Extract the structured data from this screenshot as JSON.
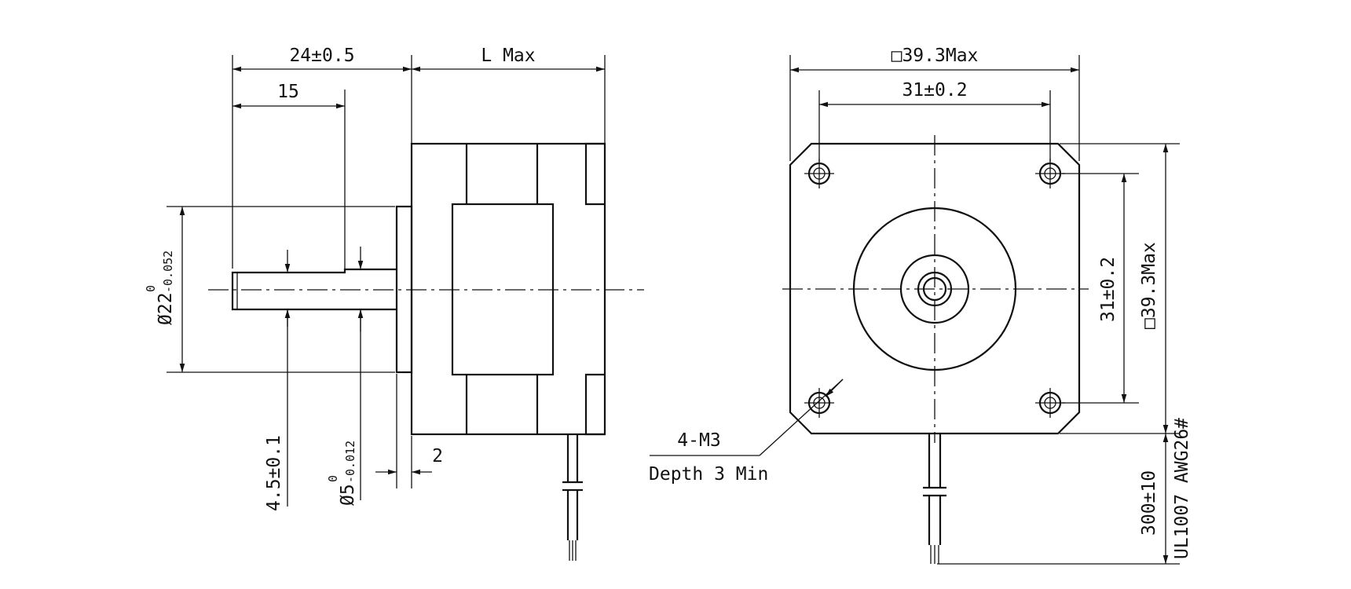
{
  "side_view": {
    "shaft_length": "24±0.5",
    "flat_length": "15",
    "body_length": "L Max",
    "pilot_diameter": "Ø22",
    "pilot_tol_upper": "0",
    "pilot_tol_lower": "-0.052",
    "flat_depth": "4.5±0.1",
    "shaft_diameter": "Ø5",
    "shaft_tol_upper": "0",
    "shaft_tol_lower": "-0.012",
    "pilot_thickness": "2"
  },
  "front_view": {
    "width_max": "□39.3Max",
    "hole_spacing_h": "31±0.2",
    "hole_spacing_v": "31±0.2",
    "height_max": "□39.3Max",
    "mount_holes": "4-M3",
    "hole_depth": "Depth 3 Min",
    "lead_length": "300±10",
    "lead_wire": "UL1007 AWG26#"
  }
}
